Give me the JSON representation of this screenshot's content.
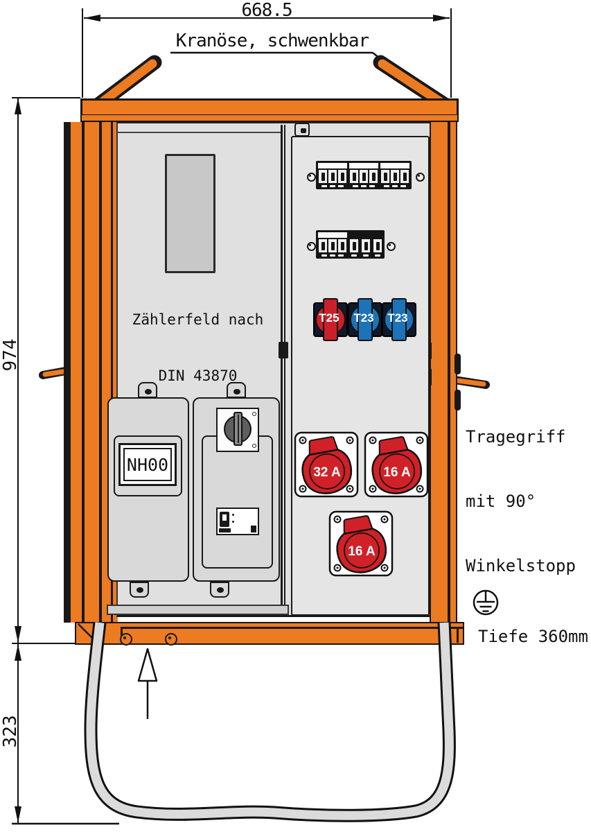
{
  "drawing": {
    "top_width_dim": "668.5",
    "left_height_dim": "974",
    "stand_height_dim": "323",
    "crane_note": "Kranöse, schwenkbar",
    "handle_note_line1": "Tragegriff",
    "handle_note_line2": "mit 90°",
    "handle_note_line3": "Winkelstopp",
    "depth_note": "Tiefe 360mm",
    "meter_note_line1": "Zählerfeld nach",
    "meter_note_line2": "DIN 43870",
    "nh_fuse_label": "NH00"
  },
  "fuses": {
    "items": [
      {
        "label": "T25",
        "color": "#C9202B"
      },
      {
        "label": "T23",
        "color": "#1C73B8"
      },
      {
        "label": "T23",
        "color": "#1C73B8"
      }
    ]
  },
  "sockets": {
    "items": [
      {
        "label": "32 A"
      },
      {
        "label": "16 A"
      },
      {
        "label": "16 A"
      }
    ]
  },
  "breakers": {
    "rows": [
      {
        "modules": [
          3,
          3,
          3
        ]
      },
      {
        "modules": [
          3,
          1,
          1,
          1
        ]
      }
    ]
  },
  "colors": {
    "cabinet_orange": "#ED7B21",
    "outline": "#1A1A1A",
    "socket_red": "#D12128",
    "fuse_red": "#C9202B",
    "fuse_blue": "#1C73B8",
    "interior_gray": "#E0E0E0",
    "panel_gray": "#D9D9D9",
    "stand_gray": "#DBDBDB"
  }
}
